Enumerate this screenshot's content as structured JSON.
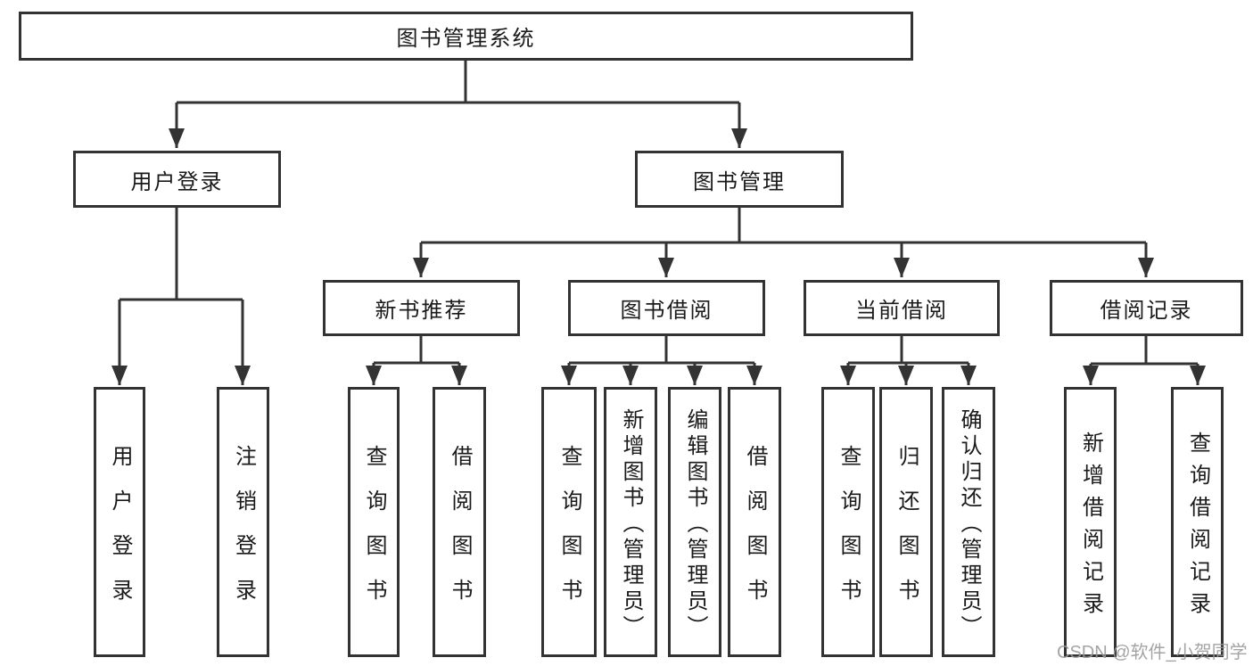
{
  "diagram": {
    "type": "hierarchy-tree",
    "colors": {
      "background": "#ffffff",
      "box_border": "#333333",
      "connector_line": "#333333",
      "text": "#1a1a1a",
      "watermark": "#9b9b9b"
    }
  },
  "nodes": {
    "root": "图书管理系统",
    "user_login": "用户登录",
    "book_management": "图书管理",
    "new_book_recommendation": "新书推荐",
    "book_borrowing": "图书借阅",
    "current_borrowing": "当前借阅",
    "borrowing_records": "借阅记录",
    "leaf_user_login": "用户登录",
    "leaf_logout": "注销登录",
    "rec_query_books": "查询图书",
    "rec_borrow_books": "借阅图书",
    "borrow_query_books": "查询图书",
    "borrow_add_books_admin": "新增图书（管理员）",
    "borrow_edit_books_admin": "编辑图书（管理员）",
    "borrow_borrow_books": "借阅图书",
    "current_query_books": "查询图书",
    "current_return_books": "归还图书",
    "current_confirm_return_admin": "确认归还（管理员）",
    "records_add_record": "新增借阅记录",
    "records_query_record": "查询借阅记录"
  },
  "watermark": "CSDN @软件_小贺同学"
}
